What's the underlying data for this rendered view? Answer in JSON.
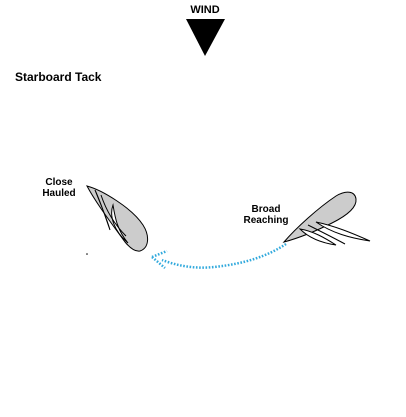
{
  "wind": {
    "label": "WIND"
  },
  "title": "Starboard Tack",
  "boats": {
    "close_hauled": {
      "line1": "Close",
      "line2": "Hauled"
    },
    "broad_reaching": {
      "line1": "Broad",
      "line2": "Reaching"
    }
  },
  "colors": {
    "hull_fill": "#cccccc",
    "outline": "#000000",
    "arrow": "#33aadd",
    "background": "#ffffff"
  },
  "icons": {
    "wind_arrow": "downward-triangle",
    "course_arrow": "dotted-curved-arrow"
  }
}
